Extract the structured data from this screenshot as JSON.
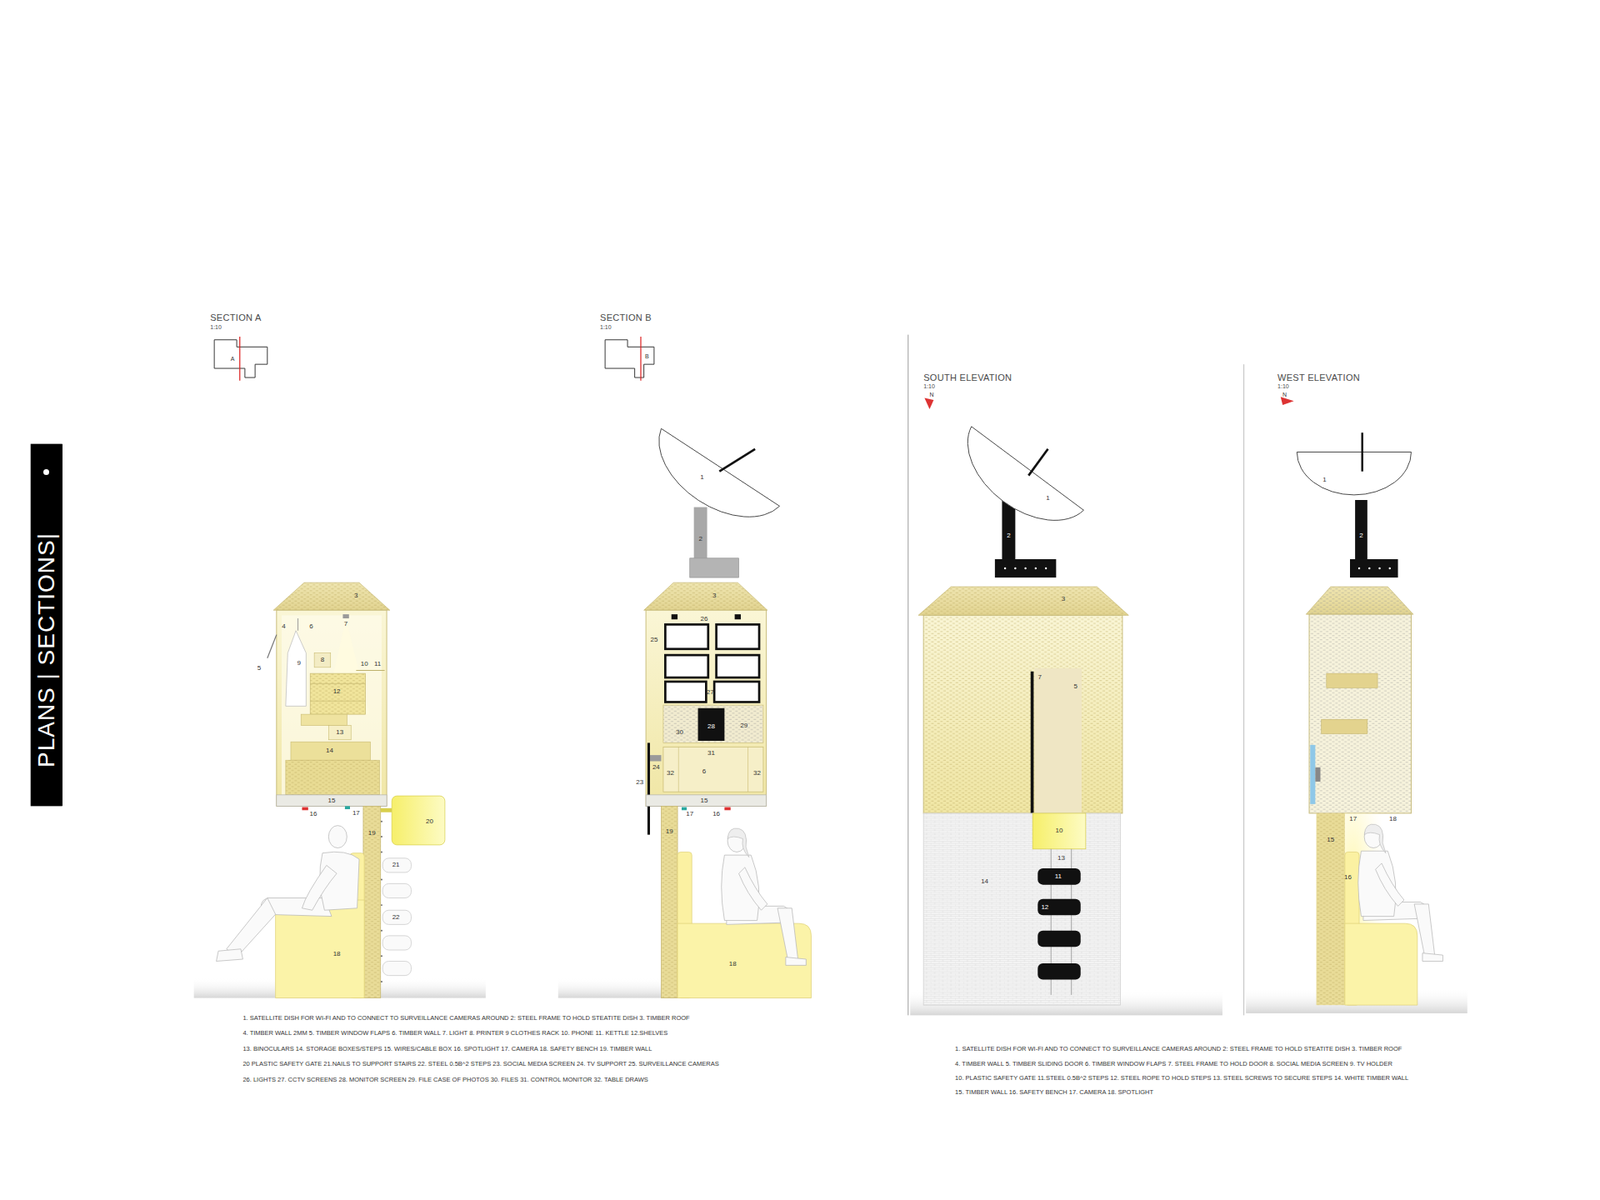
{
  "diagram": {
    "nodes": [
      {
        "text": [
          "PLANS | SECTIONS|"
        ]
      }
    ],
    "labels": [
      "SECTION A",
      "1:10",
      "A",
      "SECTION B",
      "1:10",
      "B",
      "SOUTH ELEVATION",
      "1:10",
      "N",
      "WEST ELEVATION",
      "1:10",
      "N",
      "3",
      "4",
      "6",
      "7",
      "5",
      "9",
      "8",
      "10",
      "11",
      "12",
      "13",
      "14",
      "15",
      "16",
      "17",
      "20",
      "19",
      "21",
      "22",
      "18",
      "1",
      "2",
      "3",
      "26",
      "25",
      "27",
      "30",
      "28",
      "29",
      "31",
      "24",
      "32",
      "6",
      "32",
      "23",
      "15",
      "17",
      "16",
      "19",
      "18",
      "1",
      "2",
      "3",
      "7",
      "5",
      "10",
      "13",
      "11",
      "12",
      "14",
      "1",
      "2",
      "17",
      "18",
      "15",
      "16",
      "1. SATELLITE DISH FOR WI-FI AND TO CONNECT TO SURVEILLANCE CAMERAS AROUND 2: STEEL FRAME TO HOLD STEATITE DISH 3. TIMBER ROOF",
      "4. TIMBER WALL 2MM 5. TIMBER WINDOW FLAPS 6. TIMBER WALL 7. LIGHT 8. PRINTER 9 CLOTHES RACK 10. PHONE 11. KETTLE 12.SHELVES",
      "13. BINOCULARS 14. STORAGE BOXES/STEPS 15. WIRES/CABLE BOX 16. SPOTLIGHT 17. CAMERA 18. SAFETY BENCH 19. TIMBER WALL",
      "20 PLASTIC SAFETY GATE 21.NAILS TO SUPPORT STAIRS 22. STEEL 0.5B^2 STEPS 23. SOCIAL MEDIA SCREEN 24. TV SUPPORT 25. SURVEILLANCE CAMERAS",
      "26. LIGHTS 27. CCTV SCREENS 28. MONITOR SCREEN 29. FILE CASE OF PHOTOS 30. FILES 31. CONTROL MONITOR 32. TABLE DRAWS",
      "1. SATELLITE DISH FOR WI-FI AND TO CONNECT TO SURVEILLANCE CAMERAS AROUND 2: STEEL FRAME TO HOLD STEATITE DISH 3. TIMBER ROOF",
      "4. TIMBER WALL 5. TIMBER SLIDING DOOR 6. TIMBER WINDOW FLAPS 7. STEEL FRAME TO HOLD DOOR 8. SOCIAL MEDIA SCREEN 9. TV HOLDER",
      "10. PLASTIC SAFETY GATE 11.STEEL 0.5B^2 STEPS 12. STEEL ROPE TO HOLD STEPS 13. STEEL SCREWS TO SECURE STEPS 14. WHITE TIMBER WALL",
      "15. TIMBER WALL 16. SAFETY BENCH 17. CAMERA 18. SPOTLIGHT"
    ]
  }
}
